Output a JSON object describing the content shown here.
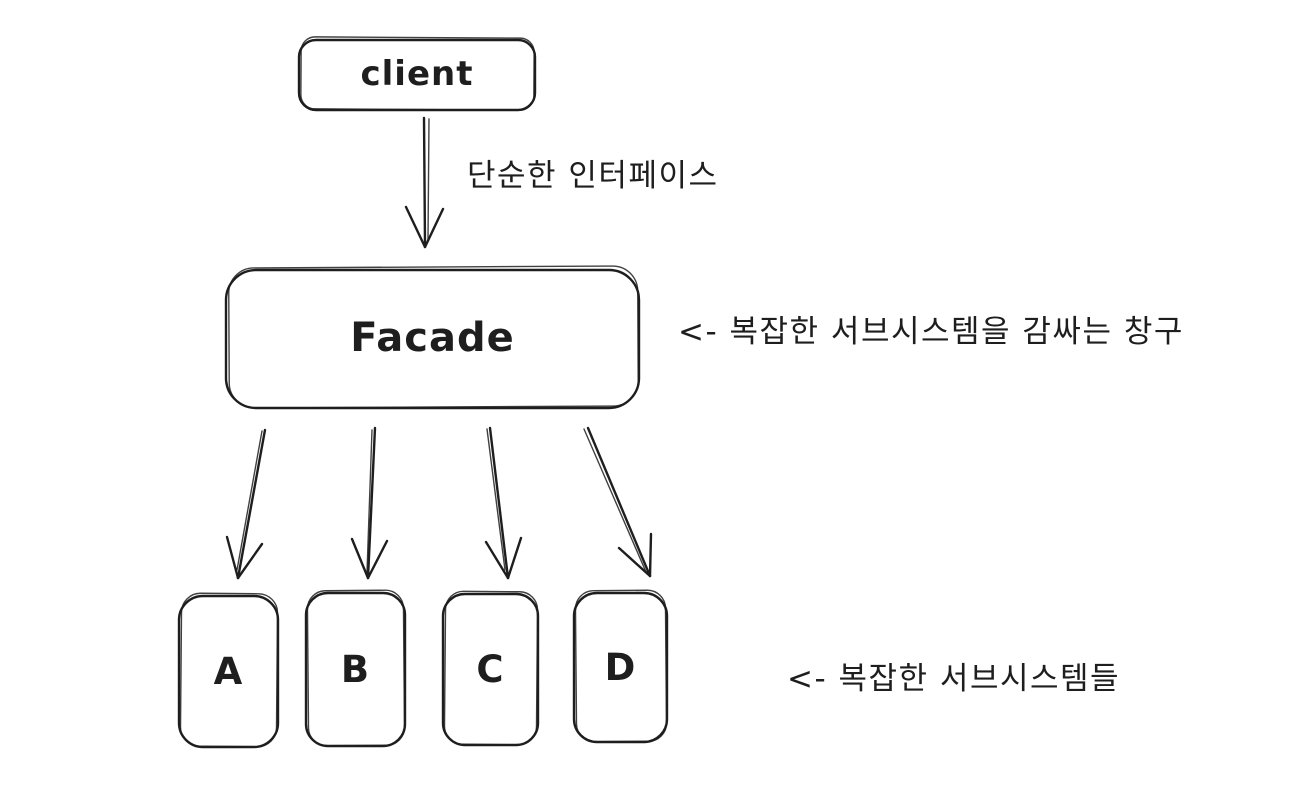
{
  "diagram": {
    "title_hint": "Facade pattern sketch",
    "nodes": {
      "client": {
        "label": "client"
      },
      "facade": {
        "label": "Facade"
      },
      "subsystems": [
        {
          "label": "A"
        },
        {
          "label": "B"
        },
        {
          "label": "C"
        },
        {
          "label": "D"
        }
      ]
    },
    "edges": {
      "client_to_facade": {
        "label": "단순한 인터페이스"
      },
      "facade_to_subsystems": {
        "count": 4
      }
    },
    "annotations": {
      "facade_note": "<- 복잡한 서브시스템을 감싸는 창구",
      "subsystems_note": "<- 복잡한 서브시스템들"
    },
    "colors": {
      "stroke": "#1e1e1e",
      "background": "#ffffff"
    }
  }
}
